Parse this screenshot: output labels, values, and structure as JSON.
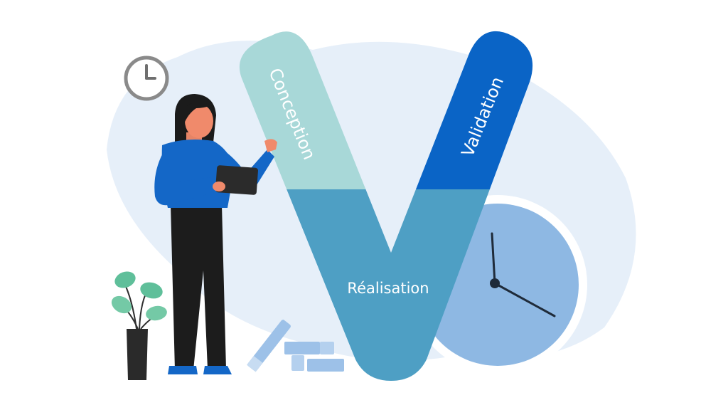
{
  "diagram": {
    "phases": [
      {
        "label": "Conception",
        "color": "#a8d8d8"
      },
      {
        "label": "Réalisation",
        "color": "#4e9fc4"
      },
      {
        "label": "Validation",
        "color": "#0a64c6"
      }
    ]
  },
  "colors": {
    "background_blob": "#e6eff9",
    "clock_face": "#8eb8e3",
    "person_sweater": "#1467c7",
    "person_pants": "#1c1c1c",
    "plant_leaves": "#5fbf9a",
    "blocks": "#9dc1e8"
  },
  "icons": [
    "wall-clock-icon",
    "large-clock-icon",
    "plant-icon",
    "tablet-icon",
    "pencil-icon",
    "blocks-icon"
  ]
}
